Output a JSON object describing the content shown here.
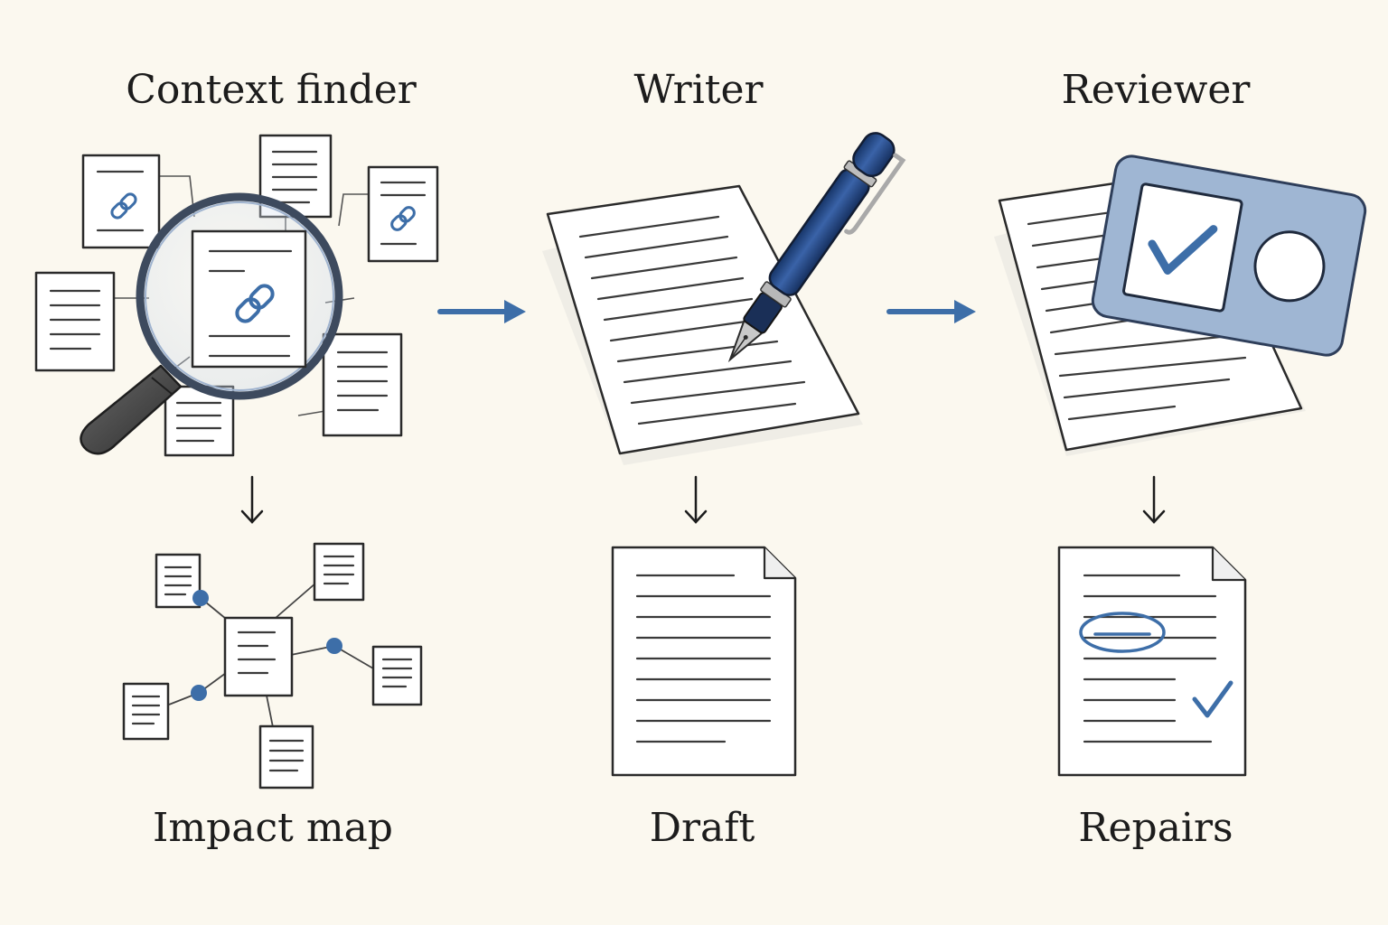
{
  "stages": [
    {
      "title": "Context finder",
      "output": "Impact map"
    },
    {
      "title": "Writer",
      "output": "Draft"
    },
    {
      "title": "Reviewer",
      "output": "Repairs"
    }
  ],
  "colors": {
    "background": "#fbf8ef",
    "accent": "#3d6ea8",
    "pen": "#1f3f78",
    "ink": "#1c1c1c"
  },
  "icons": {
    "stage_1": "magnifying-glass-over-linked-documents",
    "stage_2": "fountain-pen-writing-on-paper",
    "stage_3": "approval-card-with-checkmark"
  }
}
